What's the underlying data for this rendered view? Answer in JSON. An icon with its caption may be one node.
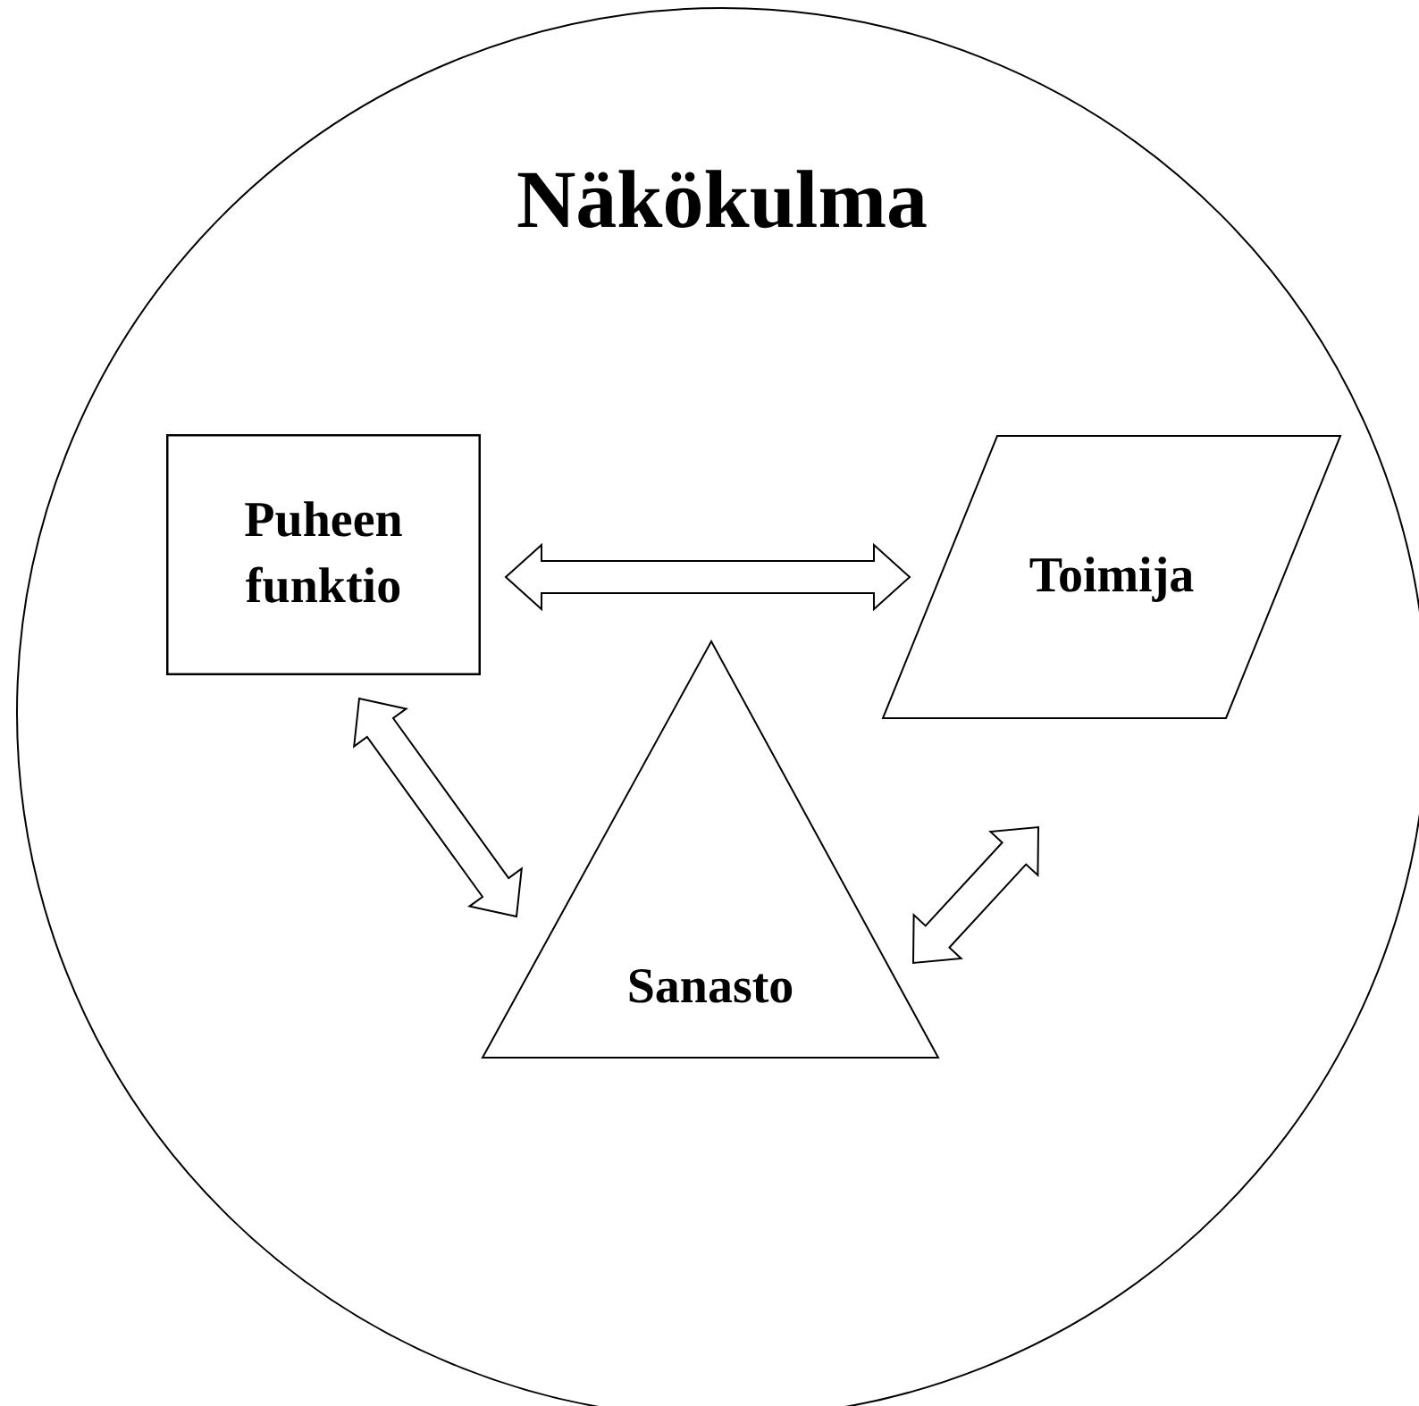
{
  "diagram": {
    "nodes": [
      {
        "text": [
          "Näkökulma"
        ]
      },
      {
        "text": [
          "Puheen funktio"
        ],
        "in": 0
      },
      {
        "text": [
          "Toimija"
        ],
        "in": 0
      },
      {
        "text": [
          "Sanasto"
        ],
        "in": 0
      }
    ],
    "edges": [
      {
        "from": 1,
        "to": 2,
        "arrow": "both"
      },
      {
        "from": 1,
        "to": 3,
        "arrow": "both"
      },
      {
        "from": 3,
        "to": 2,
        "arrow": "both"
      }
    ]
  }
}
